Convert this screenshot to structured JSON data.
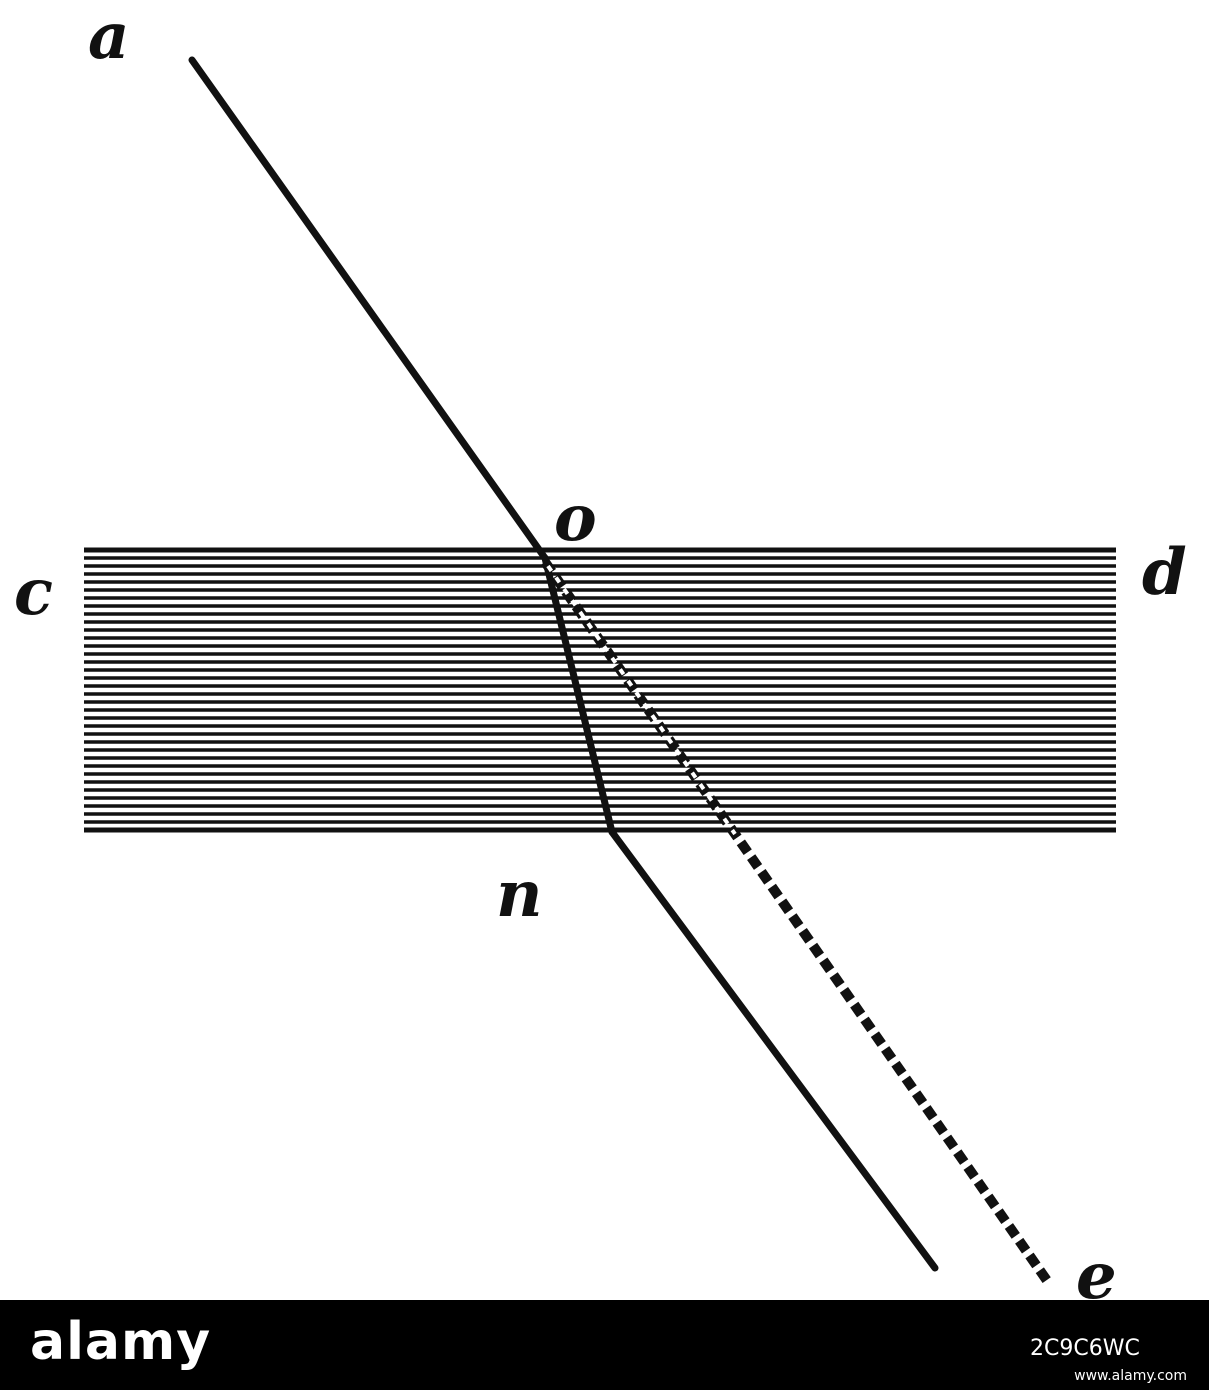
{
  "labels": {
    "a": "a",
    "o": "o",
    "c": "c",
    "d": "d",
    "n": "n",
    "e": "e"
  },
  "footer": {
    "logo": "alamy",
    "image_id": "2C9C6WC",
    "site": "www.alamy.com"
  },
  "colors": {
    "ink": "#111111",
    "footer_bg": "#000000",
    "footer_text": "#ffffff"
  }
}
